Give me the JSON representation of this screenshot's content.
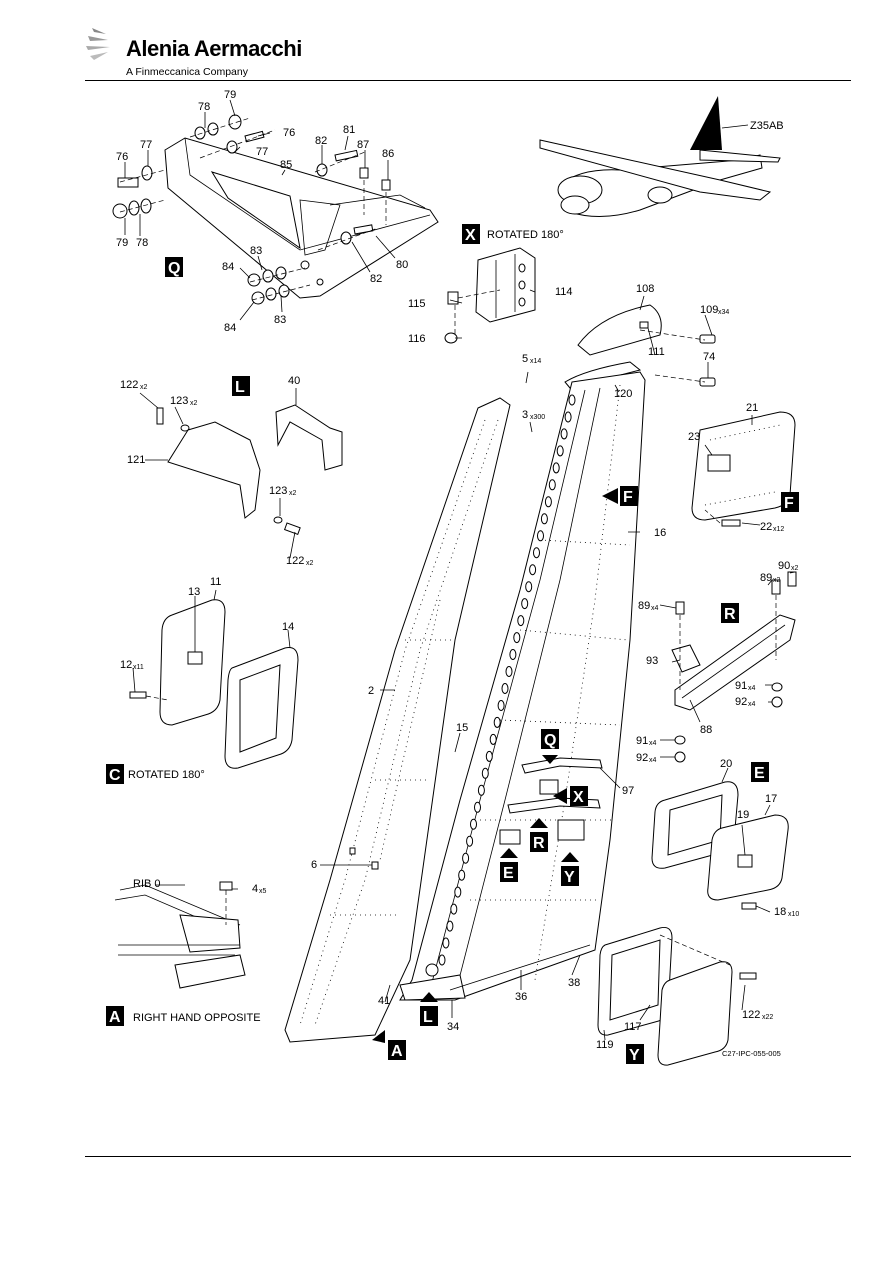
{
  "header": {
    "brand_name": "Alenia Aermacchi",
    "brand_sub": "A Finmeccanica Company"
  },
  "views": {
    "Q": {
      "letter": "Q"
    },
    "X": {
      "letter": "X",
      "caption": "ROTATED 180°"
    },
    "L": {
      "letter": "L"
    },
    "F": {
      "letter": "F"
    },
    "R": {
      "letter": "R"
    },
    "C": {
      "letter": "C",
      "caption": "ROTATED 180°"
    },
    "E": {
      "letter": "E"
    },
    "A": {
      "letter": "A",
      "caption": "RIGHT HAND OPPOSITE"
    },
    "Y": {
      "letter": "Y"
    }
  },
  "aircraft_label": "Z35AB",
  "rib_label": "RIB 0",
  "reference_code": "C27-IPC-055-005",
  "callouts": {
    "c78a": "78",
    "c79a": "79",
    "c76a": "76",
    "c77a": "77",
    "c76b": "76",
    "c77b": "77",
    "c79b": "79",
    "c78b": "78",
    "c85": "85",
    "c82a": "82",
    "c81": "81",
    "c87": "87",
    "c86": "86",
    "c83a": "83",
    "c84a": "84",
    "c84b": "84",
    "c83b": "83",
    "c82b": "82",
    "c80": "80",
    "c114": "114",
    "c115": "115",
    "c116": "116",
    "c108": "108",
    "c109": "109",
    "c109q": "x34",
    "c111": "111",
    "c74": "74",
    "c5": "5",
    "c5q": "x14",
    "c3": "3",
    "c3q": "x300",
    "c120": "120",
    "c122a": "122",
    "c122aq": "x2",
    "c123a": "123",
    "c123aq": "x2",
    "c121": "121",
    "c40": "40",
    "c123b": "123",
    "c123bq": "x2",
    "c122b": "122",
    "c122bq": "x2",
    "c21": "21",
    "c23": "23",
    "c22": "22",
    "c22q": "x12",
    "c16": "16",
    "c90": "90",
    "c90q": "x2",
    "c89a": "89",
    "c89aq": "x2",
    "c89b": "89",
    "c89bq": "x4",
    "c93": "93",
    "c91a": "91",
    "c91aq": "x4",
    "c92a": "92",
    "c92aq": "x4",
    "c88": "88",
    "c91b": "91",
    "c91bq": "x4",
    "c92b": "92",
    "c92bq": "x4",
    "c11": "11",
    "c13": "13",
    "c14": "14",
    "c12": "12",
    "c12q": "x11",
    "c2": "2",
    "c15": "15",
    "c97": "97",
    "c20": "20",
    "c17": "17",
    "c19": "19",
    "c18": "18",
    "c18q": "x10",
    "c6": "6",
    "c4": "4",
    "c4q": "x5",
    "c41": "41",
    "c34": "34",
    "c36": "36",
    "c38": "38",
    "c119": "119",
    "c117": "117",
    "c122c": "122",
    "c122cq": "x22"
  }
}
